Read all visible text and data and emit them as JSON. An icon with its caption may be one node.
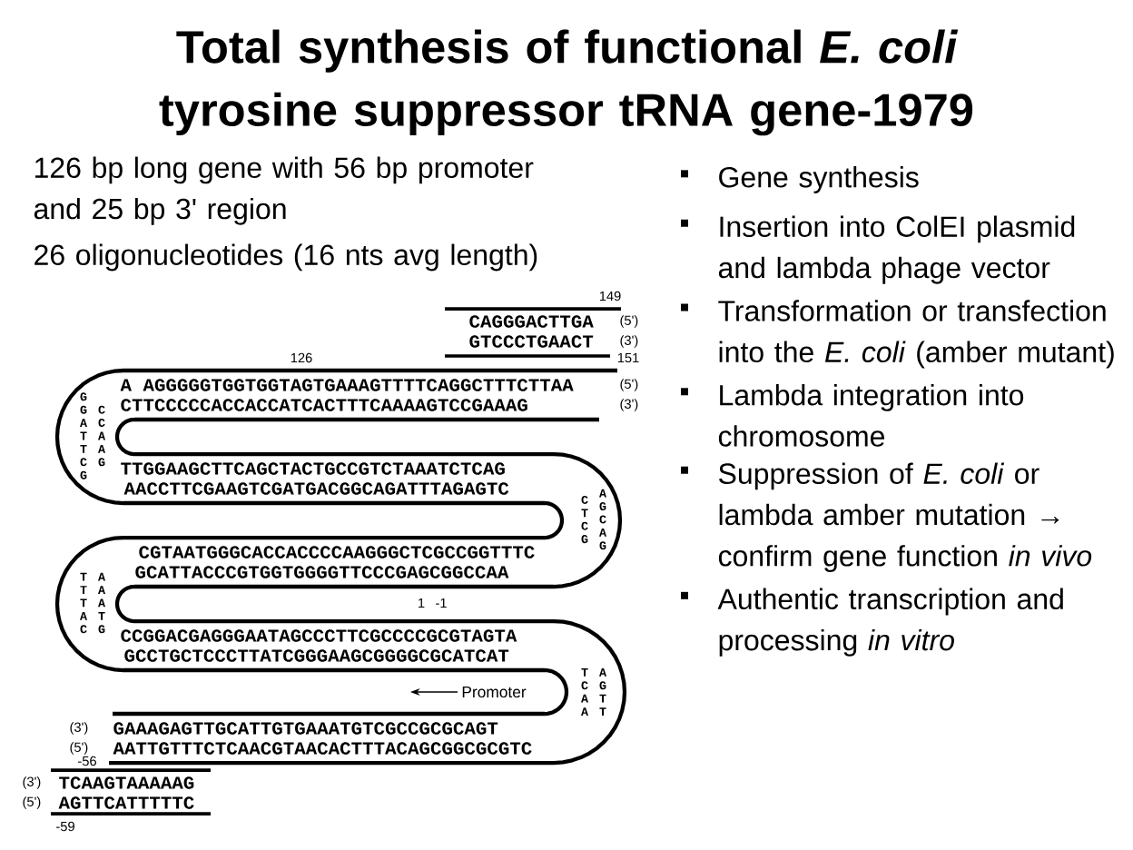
{
  "diagram": {
    "title": "Total synthesis of functional *E. coli* tyrosine suppressor tRNA gene-1979",
    "labels": [
      "126 bp long gene with 56 bp promoter and 25 bp 3' region",
      "26 oligonucleotides (16 nts avg length)",
      "149",
      "CAGGGACTTGA",
      "(5')",
      "GTCCCTGAACT",
      "(3')",
      "126",
      "151",
      "A AGGGGGTGGTGGTAGTGAAAGTTTTCAGGCTTTCTTAA",
      "(5')",
      "CTTCCCCCACCACCATCACTTTCAAAAGTCCGAAAG",
      "(3')",
      "G G A T T C G",
      "C C A A G",
      "TTGGAAGCTTCAGCTACTGCCGTCTAAATCTCAG",
      "AACCTTCGAAGTCGATGACGGCAGATTTAGAGTC",
      "C T C G",
      "A G C A G",
      "CGTAATGGGCACCACCCCAAGGGCTCGCCGGTTTC",
      "GCATTACCCGTGGTGGGGTTCCCGAGCGGCCAA",
      "T T T A C",
      "A A A T G",
      "1",
      "-1",
      "CCGGACGAGGGAATAGCCCTTCGCCCCGCGTAGTA",
      "GCCTGCTCCCTTATCGGGAAGCGGGGCGCATCAT",
      "T C A A",
      "A G T T",
      "Promoter",
      "(3')",
      "GAAAGAGTTGCATTGTGAAATGTCGCCGCGCAGT",
      "(5')",
      "AATTGTTTCTCAACGTAACACTTTACAGCGGCGCGTC",
      "-56",
      "(3')",
      "TCAAGTAAAAAG",
      "(5')",
      "AGTTCATTTTTC",
      "-59",
      "Gene synthesis",
      "Insertion into ColEI plasmid and lambda phage vector",
      "Transformation or transfection into the *E. coli* (amber mutant)",
      "Lambda integration into chromosome",
      "Suppression of *E. coli* or lambda amber mutation → confirm gene function *in vivo*",
      "Authentic transcription and processing *in vitro*"
    ]
  }
}
